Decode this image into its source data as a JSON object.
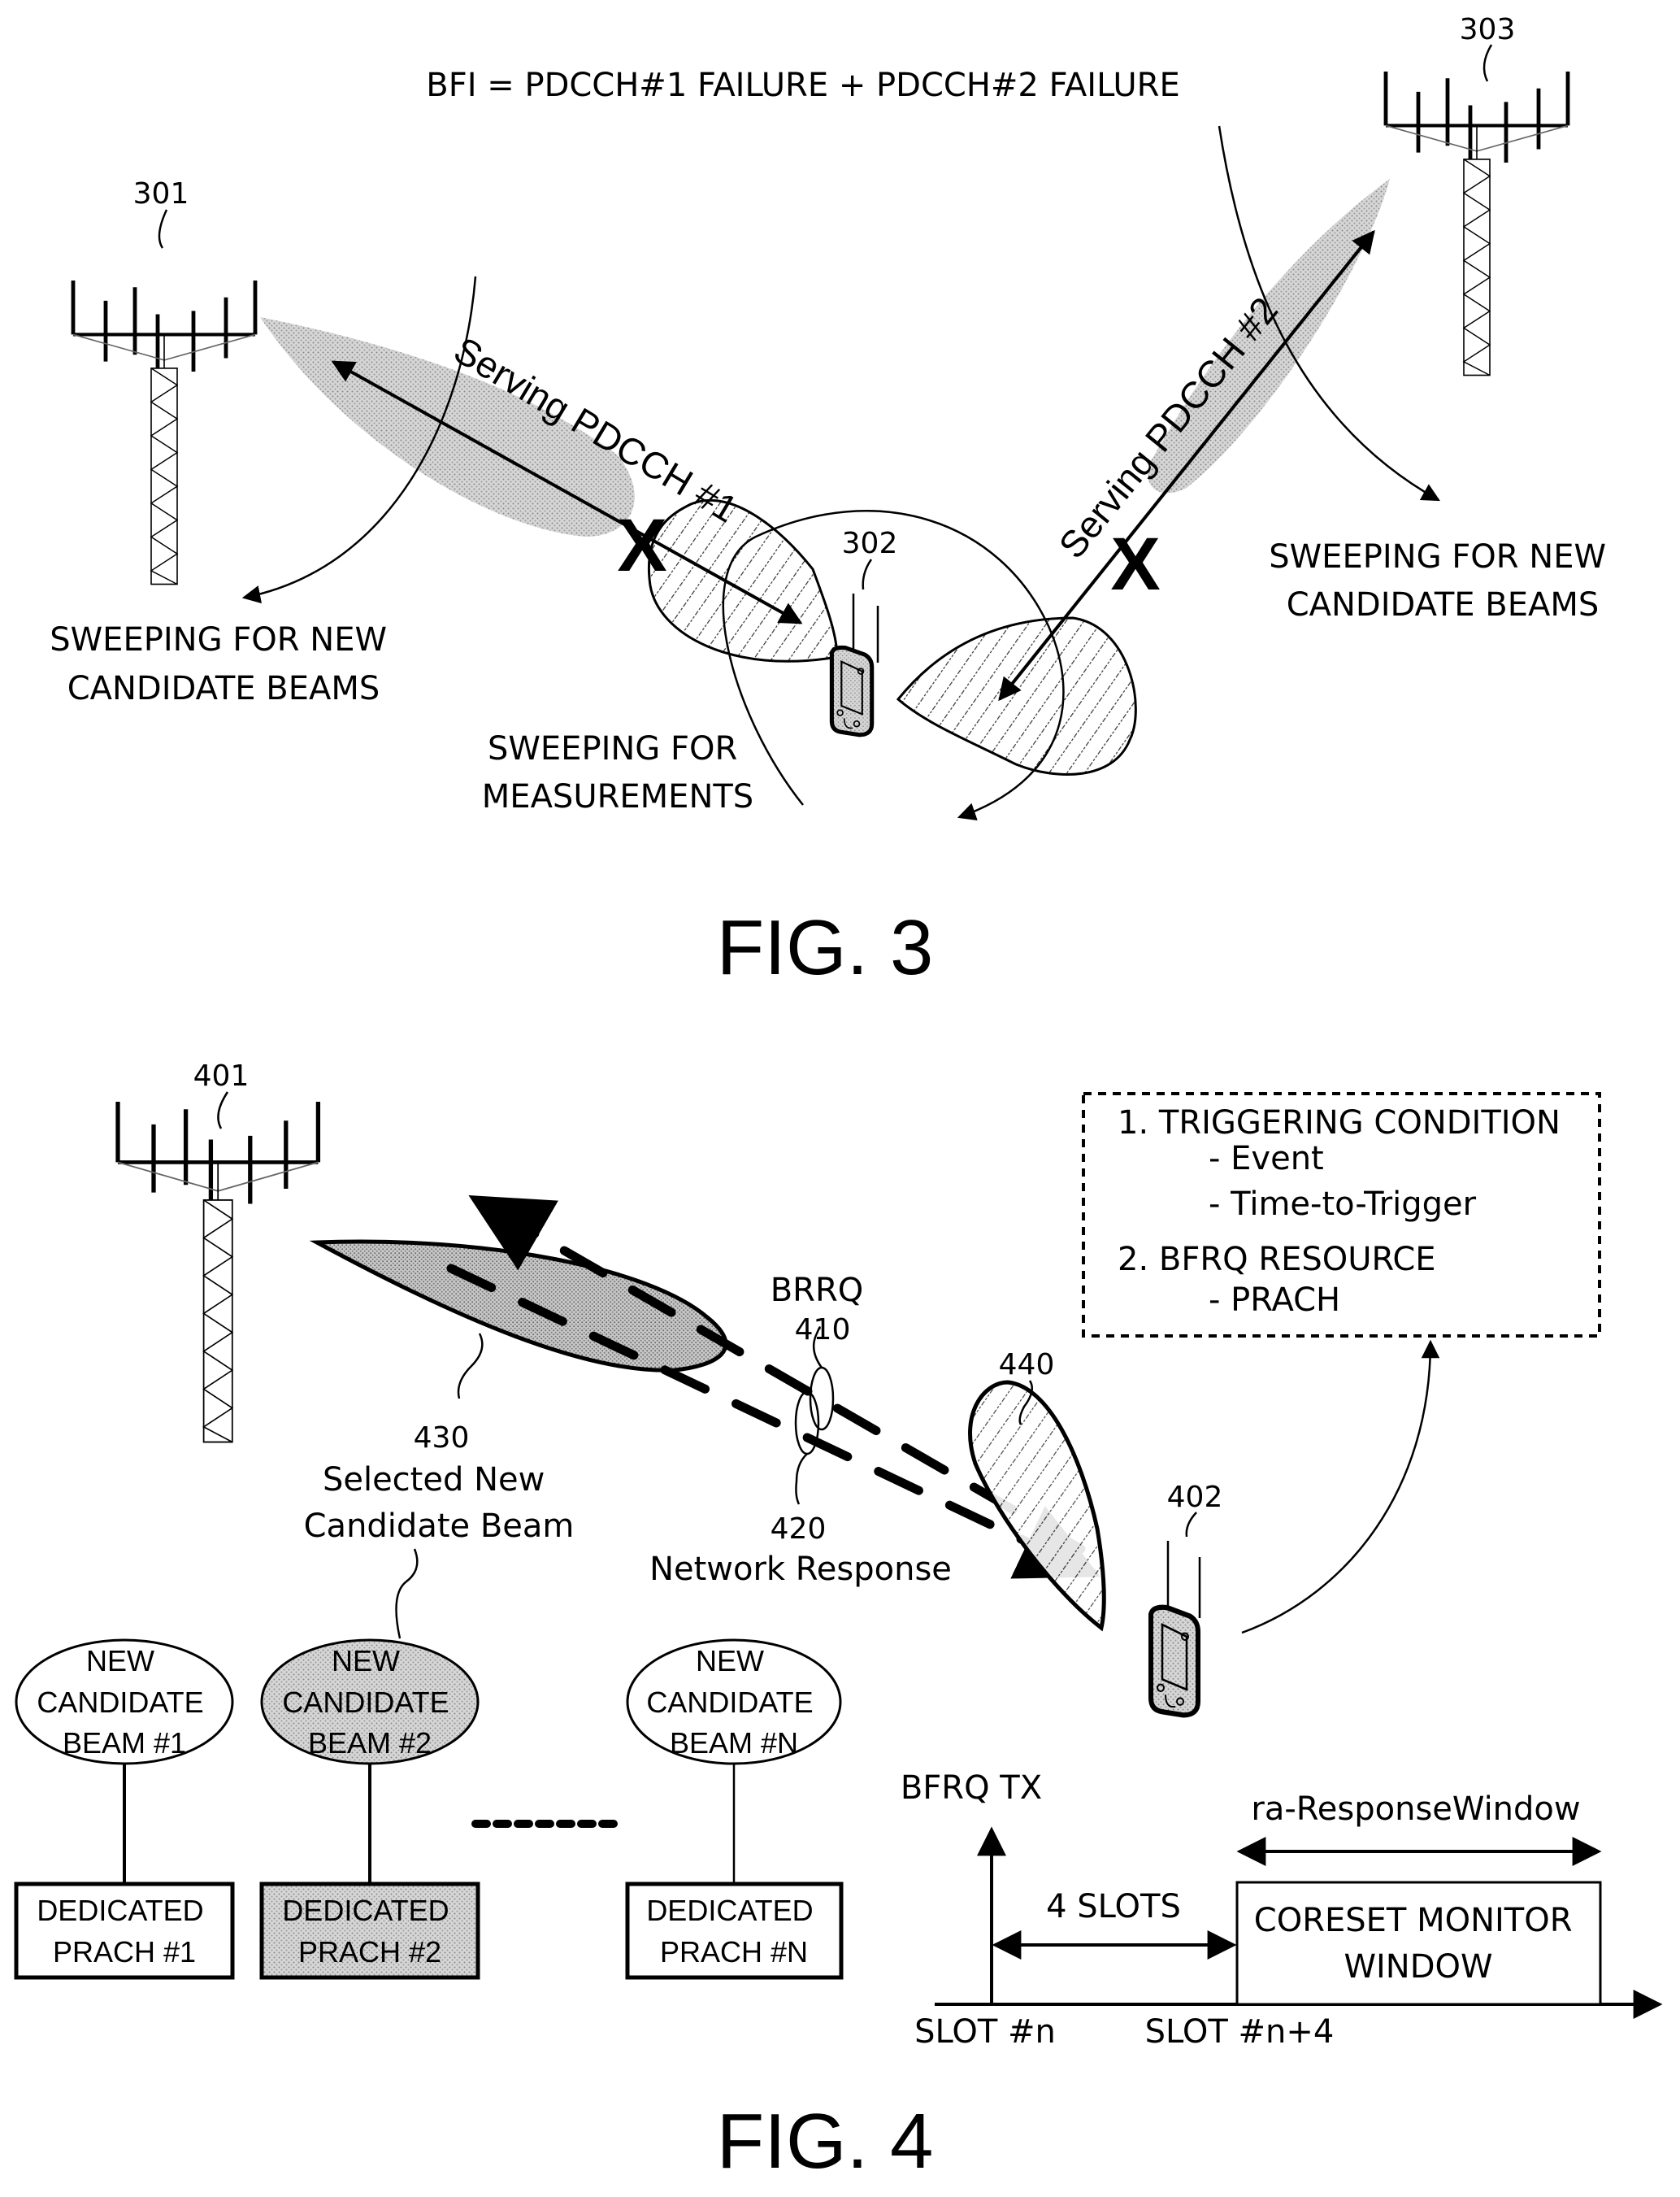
{
  "fig3": {
    "caption": "FIG. 3",
    "equation": "BFI = PDCCH#1 FAILURE + PDCCH#2 FAILURE",
    "refs": {
      "bs_left": "301",
      "ue": "302",
      "bs_right": "303"
    },
    "link1_label": "Serving PDCCH #1",
    "link2_label": "Serving PDCCH #2",
    "failure_mark": "X",
    "sweep_left": [
      "SWEEPING FOR NEW",
      "CANDIDATE BEAMS"
    ],
    "sweep_right": [
      "SWEEPING FOR NEW",
      "CANDIDATE BEAMS"
    ],
    "sweep_ue": [
      "SWEEPING FOR",
      "MEASUREMENTS"
    ]
  },
  "fig4": {
    "caption": "FIG. 4",
    "refs": {
      "bs": "401",
      "ue": "402",
      "brrq": "410",
      "network_response": "420",
      "selected_beam": "430",
      "ue_beam": "440"
    },
    "brrq_label": "BRRQ",
    "network_response_label": "Network Response",
    "selected_beam_label": [
      "Selected New",
      "Candidate Beam"
    ],
    "info_box": {
      "item1": "1. TRIGGERING CONDITION",
      "item1_sub": [
        "- Event",
        "- Time-to-Trigger"
      ],
      "item2": "2. BFRQ RESOURCE",
      "item2_sub": [
        "- PRACH"
      ]
    },
    "candidates": [
      {
        "beam": [
          "NEW",
          "CANDIDATE",
          "BEAM #1"
        ],
        "prach": [
          "DEDICATED",
          "PRACH #1"
        ],
        "selected": false
      },
      {
        "beam": [
          "NEW",
          "CANDIDATE",
          "BEAM #2"
        ],
        "prach": [
          "DEDICATED",
          "PRACH #2"
        ],
        "selected": true
      },
      {
        "beam": [
          "NEW",
          "CANDIDATE",
          "BEAM #N"
        ],
        "prach": [
          "DEDICATED",
          "PRACH #N"
        ],
        "selected": false
      }
    ],
    "timing": {
      "tx_label": "BFRQ TX",
      "gap_label": "4 SLOTS",
      "window_label": "ra-ResponseWindow",
      "window_box": [
        "CORESET MONITOR",
        "WINDOW"
      ],
      "slot_start": "SLOT #n",
      "slot_window": "SLOT #n+4"
    }
  }
}
